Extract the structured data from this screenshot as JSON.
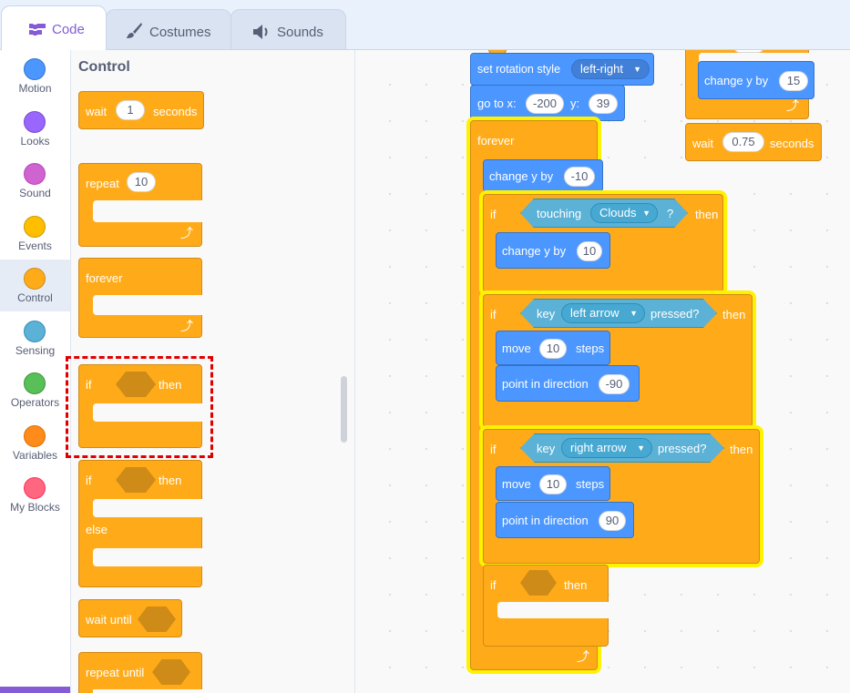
{
  "tabs": [
    {
      "label": "Code",
      "active": true
    },
    {
      "label": "Costumes",
      "active": false
    },
    {
      "label": "Sounds",
      "active": false
    }
  ],
  "categories": [
    {
      "label": "Motion",
      "color": "#4c97ff"
    },
    {
      "label": "Looks",
      "color": "#9966ff"
    },
    {
      "label": "Sound",
      "color": "#cf63cf"
    },
    {
      "label": "Events",
      "color": "#ffbf00"
    },
    {
      "label": "Control",
      "color": "#ffab19",
      "selected": true
    },
    {
      "label": "Sensing",
      "color": "#5cb1d6"
    },
    {
      "label": "Operators",
      "color": "#59c059"
    },
    {
      "label": "Variables",
      "color": "#ff8c1a"
    },
    {
      "label": "My Blocks",
      "color": "#ff6680"
    }
  ],
  "palette": {
    "title": "Control",
    "wait": {
      "label": "wait",
      "value": "1",
      "unit": "seconds"
    },
    "repeat": {
      "label": "repeat",
      "value": "10"
    },
    "forever": {
      "label": "forever"
    },
    "if_then": {
      "if": "if",
      "then": "then"
    },
    "if_else": {
      "if": "if",
      "then": "then",
      "else": "else"
    },
    "wait_until": {
      "label": "wait until"
    },
    "repeat_until": {
      "label": "repeat until"
    }
  },
  "script": {
    "set_rotation": {
      "label": "set rotation style",
      "value": "left-right"
    },
    "goto": {
      "label": "go to x:",
      "x": "-200",
      "ylabel": "y:",
      "y": "39"
    },
    "forever": "forever",
    "change_y_1": {
      "label": "change y by",
      "value": "-10"
    },
    "if_touching": {
      "if": "if",
      "touching": "touching",
      "target": "Clouds",
      "q": "?",
      "then": "then"
    },
    "change_y_2": {
      "label": "change y by",
      "value": "10"
    },
    "if_left": {
      "if": "if",
      "key": "key",
      "keyname": "left arrow",
      "pressed": "pressed?",
      "then": "then"
    },
    "move_1": {
      "label": "move",
      "value": "10",
      "unit": "steps"
    },
    "point_1": {
      "label": "point in direction",
      "value": "-90"
    },
    "if_right": {
      "if": "if",
      "key": "key",
      "keyname": "right arrow",
      "pressed": "pressed?",
      "then": "then"
    },
    "move_2": {
      "label": "move",
      "value": "10",
      "unit": "steps"
    },
    "point_2": {
      "label": "point in direction",
      "value": "90"
    },
    "if_empty": {
      "if": "if",
      "then": "then"
    }
  },
  "script2": {
    "change_y": {
      "label": "change y by",
      "value": "15"
    },
    "wait": {
      "label": "wait",
      "value": "0.75",
      "unit": "seconds"
    }
  },
  "icons": {
    "code": "code-blocks-icon",
    "costumes": "paintbrush-icon",
    "sounds": "speaker-icon",
    "loop_arrow": "loop-arrow-icon",
    "dropdown": "chevron-down-icon"
  }
}
